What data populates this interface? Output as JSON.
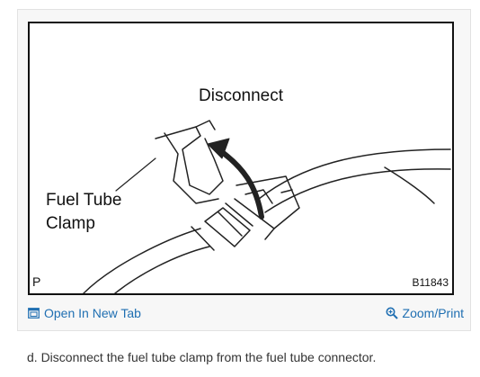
{
  "figure": {
    "title": "Disconnect",
    "clamp_label_line1": "Fuel Tube",
    "clamp_label_line2": "Clamp",
    "corner_letter": "P",
    "figure_id": "B11843"
  },
  "actions": {
    "open_tab_label": "Open In New Tab",
    "open_tab_icon": "open-tab-icon",
    "zoom_label": "Zoom/Print",
    "zoom_icon": "magnifier-icon",
    "link_color": "#1f6fb2"
  },
  "caption": "d. Disconnect the fuel tube clamp from the fuel tube connector."
}
